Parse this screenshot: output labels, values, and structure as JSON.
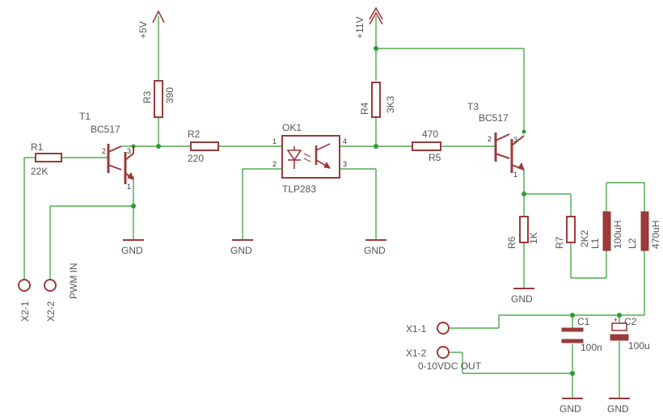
{
  "colors": {
    "wire": "#2e9a2e",
    "part": "#9a3a3a",
    "label": "#555555"
  },
  "power": {
    "v5": "+5V",
    "v11": "+11V"
  },
  "parts": {
    "r1": {
      "name": "R1",
      "value": "22K"
    },
    "r2": {
      "name": "R2",
      "value": "220"
    },
    "r3": {
      "name": "R3",
      "value": "390"
    },
    "r4": {
      "name": "R4",
      "value": "3K3"
    },
    "r5": {
      "name": "R5",
      "value": "470"
    },
    "r6": {
      "name": "R6",
      "value": "1K"
    },
    "r7": {
      "name": "R7",
      "value": "2K2"
    },
    "l1": {
      "name": "L1",
      "value": "100uH"
    },
    "l2": {
      "name": "L2",
      "value": "470uH"
    },
    "c1": {
      "name": "C1",
      "value": "100n"
    },
    "c2": {
      "name": "C2",
      "value": "100u"
    },
    "t1": {
      "name": "T1",
      "value": "BC517"
    },
    "t3": {
      "name": "T3",
      "value": "BC517"
    },
    "ok1": {
      "name": "OK1",
      "value": "TLP283"
    }
  },
  "connectors": {
    "x2_1": "X2-1",
    "x2_2": "X2-2",
    "pwm_in": "PWM IN",
    "x1_1": "X1-1",
    "x1_2": "X1-2",
    "out": "0-10VDC OUT"
  },
  "pins": {
    "p1": "1",
    "p2": "2",
    "p3": "3",
    "p4": "4",
    "plus": "+"
  },
  "gnd": "GND"
}
